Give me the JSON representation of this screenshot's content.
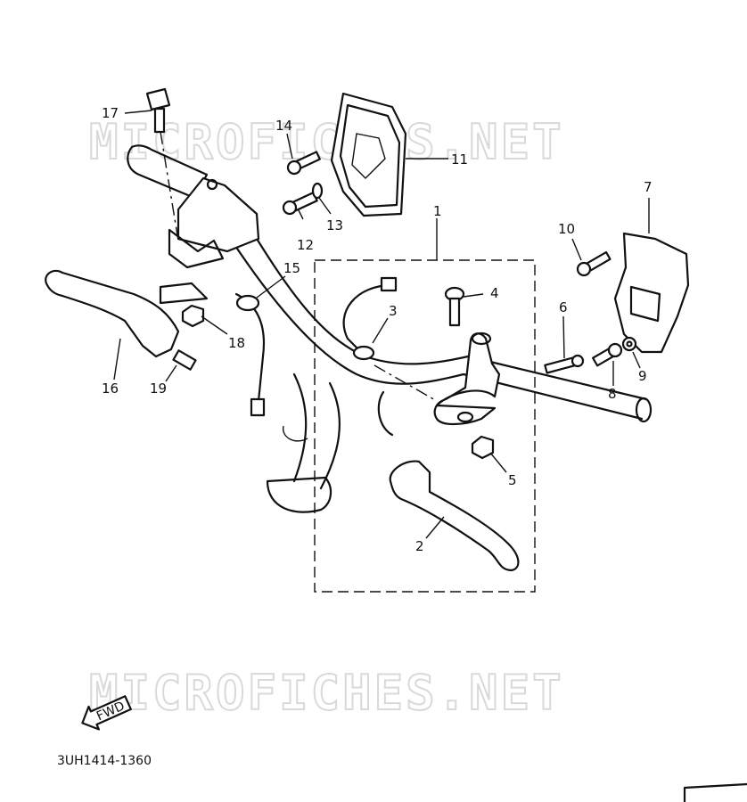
{
  "watermark": {
    "text": "MICROFICHES.NET"
  },
  "fwd_label": "FWD",
  "drawing_code": "3UH1414-1360",
  "callouts": {
    "c1": "1",
    "c2": "2",
    "c3": "3",
    "c4": "4",
    "c5": "5",
    "c6": "6",
    "c7": "7",
    "c8": "8",
    "c9": "9",
    "c10": "10",
    "c11": "11",
    "c12": "12",
    "c13": "13",
    "c14": "14",
    "c15": "15",
    "c16": "16",
    "c17": "17",
    "c18": "18",
    "c19": "19"
  }
}
